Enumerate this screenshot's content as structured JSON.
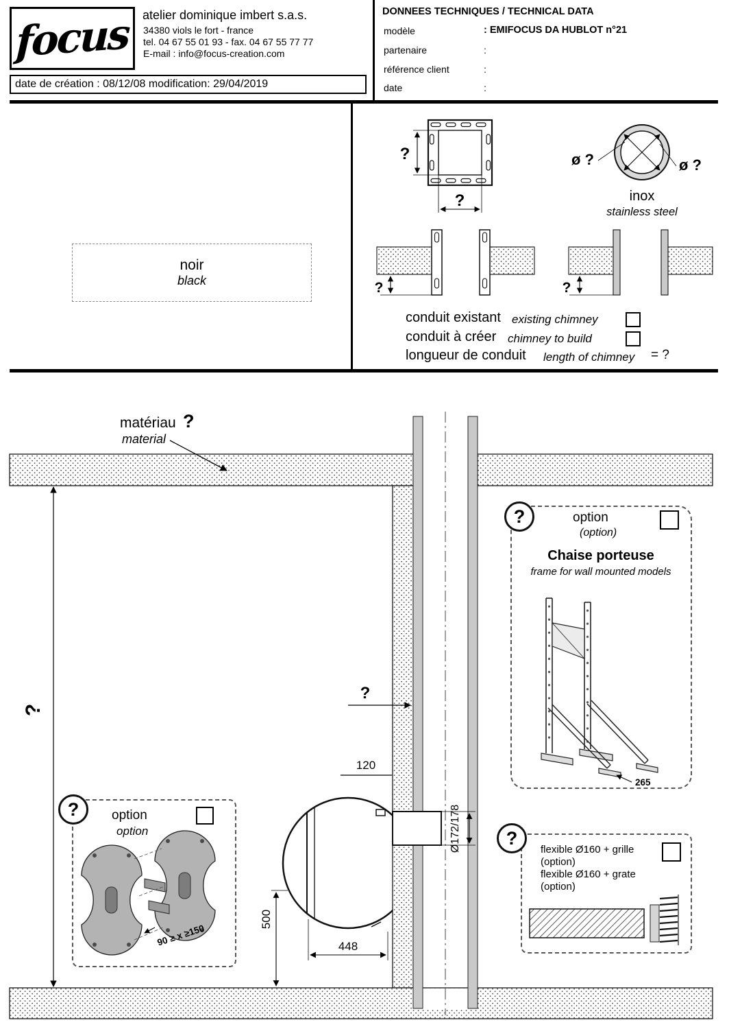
{
  "header": {
    "logo_text": "focus",
    "company_name": "atelier dominique imbert s.a.s.",
    "address": "34380 viols le fort  -   france",
    "phone_fax": "tel. 04 67 55 01 93  -   fax. 04 67 55 77 77",
    "email": "E-mail : info@focus-creation.com",
    "creation_line": "date de création : 08/12/08  modification: 29/04/2019",
    "tech_title": "DONNEES TECHNIQUES / TECHNICAL DATA",
    "model_label": "modèle",
    "model_value": ": EMIFOCUS DA HUBLOT  n°21",
    "partner_label": "partenaire",
    "partner_value": ":",
    "client_ref_label": "référence client",
    "client_ref_value": ":",
    "date_label": "date",
    "date_value": ":"
  },
  "finish": {
    "color_fr": "noir",
    "color_en": "black"
  },
  "flue": {
    "square_h_q": "?",
    "square_w_q": "?",
    "dia_q_left": "ø ?",
    "dia_q_right": "ø ?",
    "inox_fr": "inox",
    "inox_en": "stainless steel",
    "depth_left_q": "?",
    "depth_right_q": "?",
    "existing_fr": "conduit existant",
    "existing_en": "existing chimney",
    "build_fr": "conduit à créer",
    "build_en": "chimney to build",
    "length_fr": "longueur de conduit",
    "length_en": "length of chimney",
    "length_value": "= ?"
  },
  "drawing": {
    "material_fr": "matériau",
    "material_q": "?",
    "material_en": "material",
    "room_height_q": "?",
    "wall_q": "?",
    "dim_120": "120",
    "dim_pipe": "Ø172/178",
    "dim_500": "500",
    "dim_448": "448"
  },
  "option_frame": {
    "q": "?",
    "label_fr": "option",
    "label_en": "(option)",
    "title_fr": "Chaise porteuse",
    "title_en": "frame for wall mounted models",
    "dim_265": "265"
  },
  "option_plates": {
    "q": "?",
    "label_fr": "option",
    "label_en": "option",
    "dim_range": "90 ≥ x ≥150"
  },
  "option_flex": {
    "q": "?",
    "line1_fr": "flexible Ø160 + grille",
    "line1_opt": "(option)",
    "line2_en": "flexible Ø160 + grate",
    "line2_opt": "(option)"
  }
}
